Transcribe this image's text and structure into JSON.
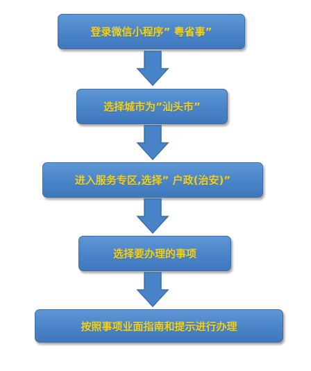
{
  "flowchart": {
    "steps": [
      {
        "label": "登录微信小程序” 粤省事”"
      },
      {
        "label": "选择城市为”汕头市”"
      },
      {
        "label": "进入服务专区,选择” 户政(治安)”"
      },
      {
        "label": "选择要办理的事项"
      },
      {
        "label": "按照事项业面指南和提示进行办理"
      }
    ]
  },
  "colors": {
    "box_fill": "#4a84c8",
    "box_border": "#3b6ea9",
    "text": "#f3d11a",
    "arrow_fill": "#4a84c8",
    "background": "#ffffff"
  }
}
